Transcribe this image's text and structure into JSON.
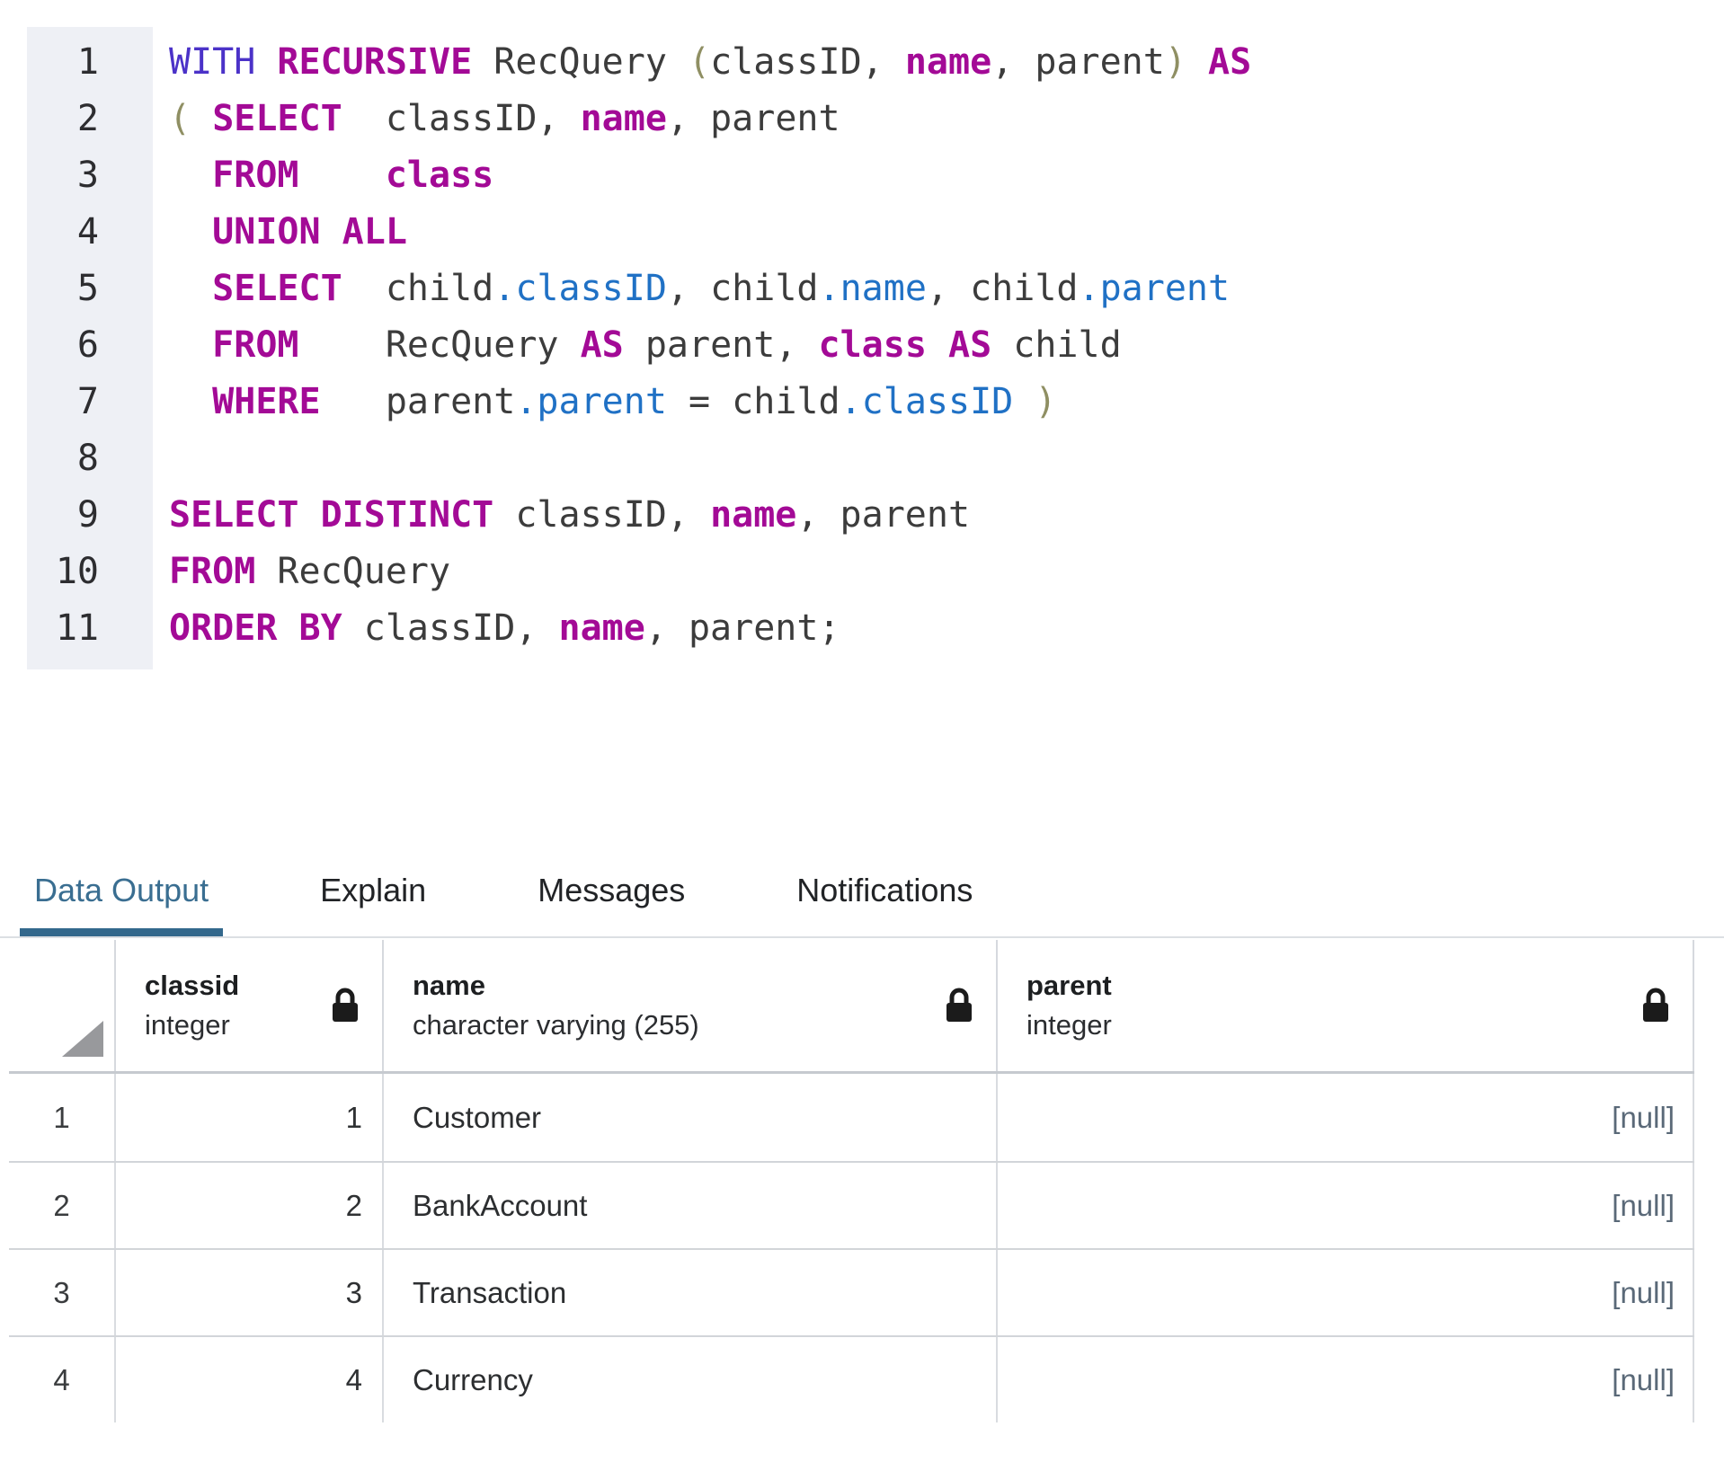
{
  "editor": {
    "lines": [
      {
        "num": "1",
        "tokens": [
          {
            "t": "WITH",
            "c": "w"
          },
          {
            "t": " "
          },
          {
            "t": "RECURSIVE",
            "c": "k"
          },
          {
            "t": " RecQuery "
          },
          {
            "t": "(",
            "c": "p"
          },
          {
            "t": "classID"
          },
          {
            "t": ", "
          },
          {
            "t": "name",
            "c": "k"
          },
          {
            "t": ", parent"
          },
          {
            "t": ")",
            "c": "p"
          },
          {
            "t": " "
          },
          {
            "t": "AS",
            "c": "k"
          }
        ]
      },
      {
        "num": "2",
        "tokens": [
          {
            "t": "(",
            "c": "p"
          },
          {
            "t": " "
          },
          {
            "t": "SELECT",
            "c": "k"
          },
          {
            "t": "  classID, "
          },
          {
            "t": "name",
            "c": "k"
          },
          {
            "t": ", parent"
          }
        ]
      },
      {
        "num": "3",
        "tokens": [
          {
            "t": "  "
          },
          {
            "t": "FROM",
            "c": "k"
          },
          {
            "t": "    "
          },
          {
            "t": "class",
            "c": "k"
          }
        ]
      },
      {
        "num": "4",
        "tokens": [
          {
            "t": "  "
          },
          {
            "t": "UNION ALL",
            "c": "k"
          }
        ]
      },
      {
        "num": "5",
        "tokens": [
          {
            "t": "  "
          },
          {
            "t": "SELECT",
            "c": "k"
          },
          {
            "t": "  child"
          },
          {
            "t": ".classID",
            "c": "a"
          },
          {
            "t": ", child"
          },
          {
            "t": ".name",
            "c": "a"
          },
          {
            "t": ", child"
          },
          {
            "t": ".parent",
            "c": "a"
          }
        ]
      },
      {
        "num": "6",
        "tokens": [
          {
            "t": "  "
          },
          {
            "t": "FROM",
            "c": "k"
          },
          {
            "t": "    RecQuery "
          },
          {
            "t": "AS",
            "c": "k"
          },
          {
            "t": " parent, "
          },
          {
            "t": "class",
            "c": "k"
          },
          {
            "t": " "
          },
          {
            "t": "AS",
            "c": "k"
          },
          {
            "t": " child"
          }
        ]
      },
      {
        "num": "7",
        "tokens": [
          {
            "t": "  "
          },
          {
            "t": "WHERE",
            "c": "k"
          },
          {
            "t": "   parent"
          },
          {
            "t": ".parent",
            "c": "a"
          },
          {
            "t": " = child"
          },
          {
            "t": ".classID",
            "c": "a"
          },
          {
            "t": " "
          },
          {
            "t": ")",
            "c": "p"
          }
        ]
      },
      {
        "num": "8",
        "tokens": []
      },
      {
        "num": "9",
        "tokens": [
          {
            "t": "SELECT DISTINCT",
            "c": "k"
          },
          {
            "t": " classID, "
          },
          {
            "t": "name",
            "c": "k"
          },
          {
            "t": ", parent"
          }
        ]
      },
      {
        "num": "10",
        "tokens": [
          {
            "t": "FROM",
            "c": "k"
          },
          {
            "t": " RecQuery"
          }
        ]
      },
      {
        "num": "11",
        "tokens": [
          {
            "t": "ORDER BY",
            "c": "k"
          },
          {
            "t": " classID, "
          },
          {
            "t": "name",
            "c": "k"
          },
          {
            "t": ", parent;"
          }
        ]
      }
    ]
  },
  "tabs": [
    {
      "label": "Data Output",
      "active": true
    },
    {
      "label": "Explain",
      "active": false
    },
    {
      "label": "Messages",
      "active": false
    },
    {
      "label": "Notifications",
      "active": false
    }
  ],
  "table": {
    "columns": [
      {
        "name": "classid",
        "type": "integer",
        "locked": true
      },
      {
        "name": "name",
        "type": "character varying (255)",
        "locked": true
      },
      {
        "name": "parent",
        "type": "integer",
        "locked": true
      }
    ],
    "rows": [
      {
        "row": "1",
        "classid": "1",
        "name": "Customer",
        "parent": "[null]"
      },
      {
        "row": "2",
        "classid": "2",
        "name": "BankAccount",
        "parent": "[null]"
      },
      {
        "row": "3",
        "classid": "3",
        "name": "Transaction",
        "parent": "[null]"
      },
      {
        "row": "4",
        "classid": "4",
        "name": "Currency",
        "parent": "[null]"
      }
    ]
  },
  "colors": {
    "keyword": "#a30a96",
    "with_keyword": "#4b32c8",
    "attribute": "#2071c5",
    "paren": "#8f8f63",
    "plain_code": "#3c3c3c",
    "active_tab": "#33688c",
    "null_value": "#5a6978",
    "gutter_bg": "#eef0f5"
  }
}
